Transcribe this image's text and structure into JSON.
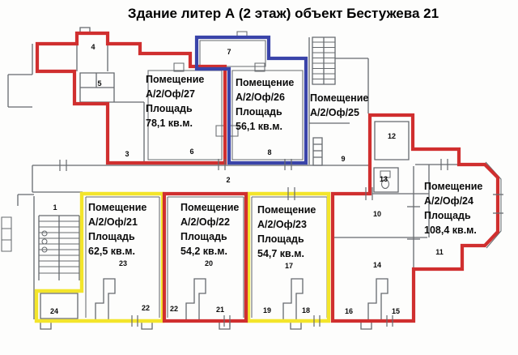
{
  "title": "Здание литер А (2 этаж) объект Бестужева 21",
  "colors": {
    "zone-red": "#d02f2f",
    "zone-blue": "#3a44a9",
    "zone-yellow": "#f3e52b",
    "wall": "#666a6e"
  },
  "offices": [
    {
      "name": "Помещение",
      "id": "А/2/Оф/27",
      "area_label": "Площадь",
      "area": "78,1 кв.м."
    },
    {
      "name": "Помещение",
      "id": "А/2/Оф/26",
      "area_label": "Площадь",
      "area": "56,1 кв.м."
    },
    {
      "name": "Помещение",
      "id": "А/2/Оф/25"
    },
    {
      "name": "Помещение",
      "id": "А/2/Оф/24",
      "area_label": "Площадь",
      "area": "108,4 кв.м."
    },
    {
      "name": "Помещение",
      "id": "А/2/Оф/21",
      "area_label": "Площадь",
      "area": "62,5 кв.м."
    },
    {
      "name": "Помещение",
      "id": "А/2/Оф/22",
      "area_label": "Площадь",
      "area": "54,2 кв.м."
    },
    {
      "name": "Помещение",
      "id": "А/2/Оф/23",
      "area_label": "Площадь",
      "area": "54,7 кв.м."
    }
  ],
  "rooms": [
    "1",
    "2",
    "3",
    "4",
    "5",
    "6",
    "7",
    "8",
    "9",
    "10",
    "11",
    "12",
    "13",
    "14",
    "15",
    "16",
    "17",
    "18",
    "19",
    "20",
    "21",
    "22",
    "22",
    "23",
    "24"
  ]
}
